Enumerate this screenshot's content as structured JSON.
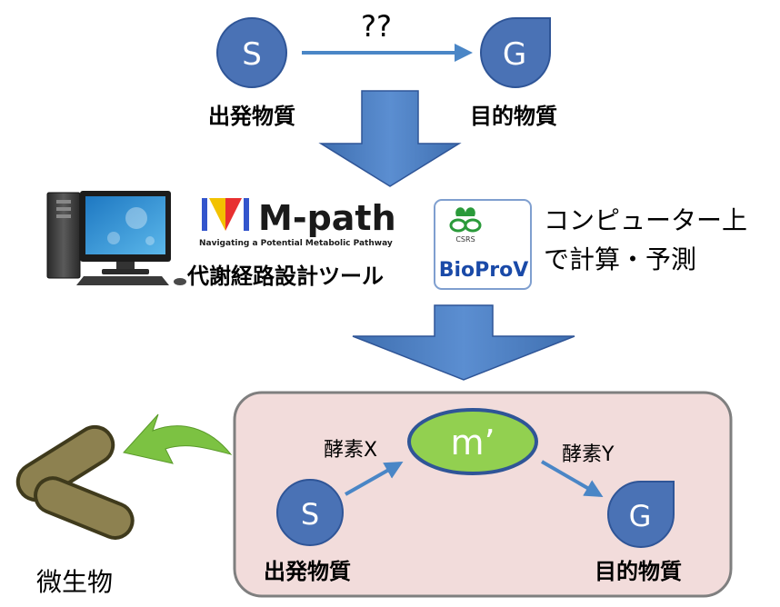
{
  "top": {
    "start_letter": "S",
    "goal_letter": "G",
    "unknown_route": "??",
    "start_label": "出発物質",
    "goal_label": "目的物質"
  },
  "tools": {
    "mpath_logo_text": "M-path",
    "mpath_tagline": "Navigating a Potential Metabolic Pathway",
    "design_tool_label": "代謝経路設計ツール",
    "bioprov_logo_small": "CSRS",
    "bioprov_logo_text": "BioProV",
    "computer_label_line1": "コンピューター上",
    "computer_label_line2": "で計算・予測"
  },
  "pathway": {
    "intermediate": "m’",
    "enzyme_x": "酵素X",
    "enzyme_y": "酵素Y",
    "start_letter": "S",
    "goal_letter": "G",
    "start_label": "出発物質",
    "goal_label": "目的物質"
  },
  "microbe_label": "微生物",
  "colors": {
    "node_fill": "#4a72b5",
    "node_stroke": "#2f5597",
    "arrow_blue": "#4f81bd",
    "thin_arrow": "#4a86c6",
    "box_fill": "#f2dcdb",
    "box_stroke": "#7f7f7f",
    "intermediate_fill": "#92d050",
    "green_arrow": "#7cc242",
    "microbe_fill": "#8d8150",
    "microbe_stroke": "#3f3a1c"
  }
}
